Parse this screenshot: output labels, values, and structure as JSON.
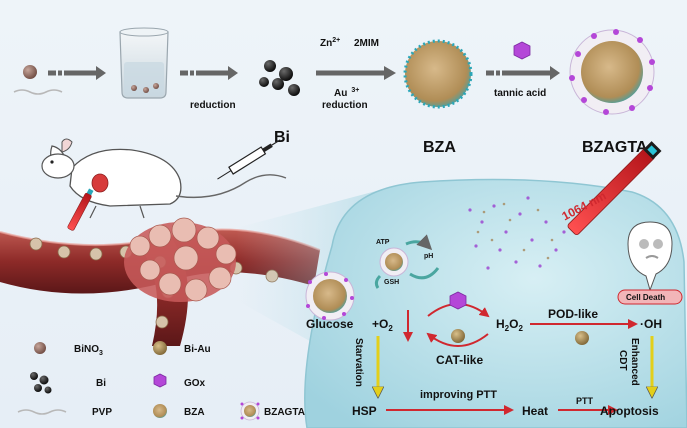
{
  "top_row": {
    "reduction_label_1": "reduction",
    "ion_zn": "Zn",
    "ion_zn_sup": "2+",
    "mim_label": "2MIM",
    "ion_au": "Au",
    "ion_au_sup": "3+",
    "reduction_label_2": "reduction",
    "bi_label": "Bi",
    "bza_label": "BZA",
    "tannic_label": "tannic acid",
    "bzagta_label": "BZAGTA"
  },
  "cell": {
    "laser_label": "1064 nm",
    "atp_label": "ATP",
    "ph_label": "pH",
    "gsh_label": "GSH",
    "cell_death_label": "Cell Death",
    "glucose_label": "Glucose",
    "o2_prefix": "+O",
    "o2_sub": "2",
    "h2o2_h": "H",
    "h2o2_sub1": "2",
    "h2o2_o": "O",
    "h2o2_sub2": "2",
    "pod_label": "POD-like",
    "oh_label": "·OH",
    "cat_label": "CAT-like",
    "starvation_label": "Starvation",
    "enhanced_label": "Enhanced",
    "cdt_label": "CDT",
    "hsp_label": "HSP",
    "improving_label": "improving PTT",
    "heat_label": "Heat",
    "ptt_label": "PTT",
    "apoptosis_label": "Apoptosis"
  },
  "legend": {
    "binO3_label": "BiNO",
    "binO3_sub": "3",
    "biau_label": "Bi-Au",
    "bi_label": "Bi",
    "gox_label": "GOx",
    "pvp_label": "PVP",
    "bza_label": "BZA",
    "bzagta_label": "BZAGTA"
  },
  "colors": {
    "arrow_gray": "#6b6b6b",
    "red": "#d0282f",
    "yellow_arrow": "#e3cf1a",
    "cell_fill": "#bfe3ec",
    "purple": "#9a3fd0",
    "gold": "#b79a55"
  }
}
